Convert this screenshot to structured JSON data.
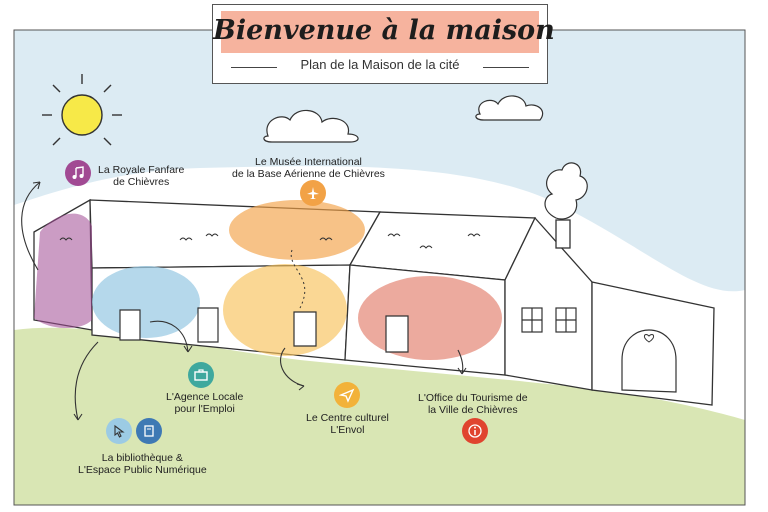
{
  "header": {
    "title": "Bienvenue à la maison",
    "subtitle": "Plan de la Maison de la cité"
  },
  "colors": {
    "sky": "#dcebf3",
    "grass": "#d9e6b4",
    "title_band": "#f6b39e",
    "fanfare": "#a14a93",
    "musee": "#f2a246",
    "bibliotheque": "#9ccbe4",
    "agence": "#3fa89e",
    "envol": "#f2b23a",
    "tourisme": "#e0442f"
  },
  "places": [
    {
      "id": "fanfare",
      "label_lines": [
        "La Royale Fanfare",
        "de Chièvres"
      ],
      "icon": "music-note-icon"
    },
    {
      "id": "musee",
      "label_lines": [
        "Le Musée International",
        "de la Base Aérienne de Chièvres"
      ],
      "icon": "airplane-icon"
    },
    {
      "id": "agence",
      "label_lines": [
        "L'Agence Locale",
        "pour l'Emploi"
      ],
      "icon": "briefcase-icon"
    },
    {
      "id": "envol",
      "label_lines": [
        "Le Centre culturel",
        "L'Envol"
      ],
      "icon": "paper-plane-icon"
    },
    {
      "id": "tourisme",
      "label_lines": [
        "L'Office du Tourisme de",
        "la Ville de Chièvres"
      ],
      "icon": "info-icon"
    },
    {
      "id": "bibliotheque",
      "label_lines": [
        "La bibliothèque &",
        "L'Espace Public Numérique"
      ],
      "icon": "book-icon"
    }
  ]
}
